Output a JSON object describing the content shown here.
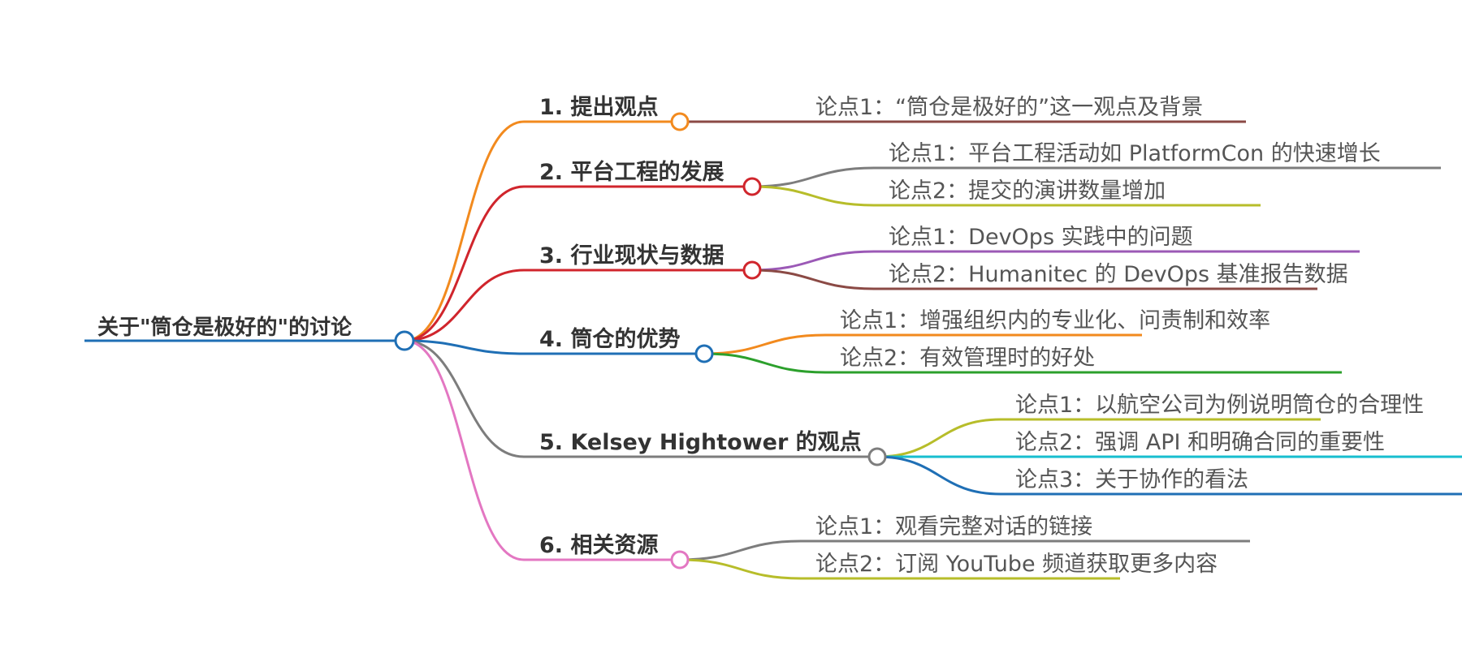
{
  "root": {
    "label": "关于\"筒仓是极好的\"的讨论",
    "color": "#1f6fb5"
  },
  "branches": [
    {
      "label": "1. 提出观点",
      "color": "#f28a1e",
      "leaves": [
        {
          "label": "论点1：“筒仓是极好的”这一观点及背景",
          "color": "#8b4a45"
        }
      ]
    },
    {
      "label": "2. 平台工程的发展",
      "color": "#d0252c",
      "leaves": [
        {
          "label": "论点1：平台工程活动如 PlatformCon 的快速增长",
          "color": "#7d7d7d"
        },
        {
          "label": "论点2：提交的演讲数量增加",
          "color": "#b7bd2a"
        }
      ]
    },
    {
      "label": "3. 行业现状与数据",
      "color": "#d0252c",
      "leaves": [
        {
          "label": "论点1：DevOps 实践中的问题",
          "color": "#9b59b6"
        },
        {
          "label": "论点2：Humanitec 的 DevOps 基准报告数据",
          "color": "#8b4a45"
        }
      ]
    },
    {
      "label": "4. 筒仓的优势",
      "color": "#1f6fb5",
      "leaves": [
        {
          "label": "论点1：增强组织内的专业化、问责制和效率",
          "color": "#f28a1e"
        },
        {
          "label": "论点2：有效管理时的好处",
          "color": "#2ca02c"
        }
      ]
    },
    {
      "label": "5. Kelsey Hightower 的观点",
      "color": "#7d7d7d",
      "leaves": [
        {
          "label": "论点1：以航空公司为例说明筒仓的合理性",
          "color": "#b7bd2a"
        },
        {
          "label": "论点2：强调 API 和明确合同的重要性",
          "color": "#17becf"
        },
        {
          "label": "论点3：关于协作的看法",
          "color": "#1f6fb5"
        }
      ]
    },
    {
      "label": "6. 相关资源",
      "color": "#e377c2",
      "leaves": [
        {
          "label": "论点1：观看完整对话的链接",
          "color": "#7d7d7d"
        },
        {
          "label": "论点2：订阅 YouTube 频道获取更多内容",
          "color": "#b7bd2a"
        }
      ]
    }
  ]
}
